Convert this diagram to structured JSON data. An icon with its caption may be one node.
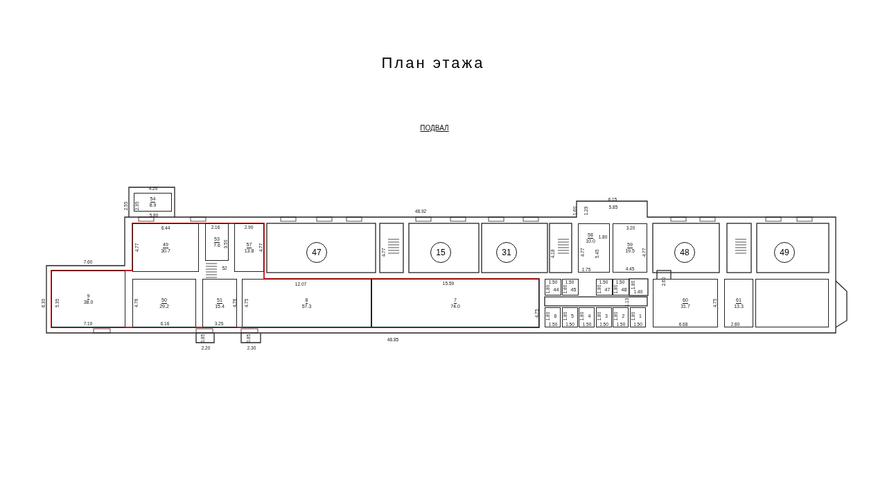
{
  "diagram": {
    "title": "План этажа",
    "nodes": [
      {
        "text": [
          "54",
          "8.9"
        ]
      },
      {
        "text": [
          "49",
          "30.7"
        ]
      },
      {
        "text": [
          "53",
          "7.6"
        ]
      },
      {
        "text": [
          "57",
          "13.8"
        ]
      },
      {
        "text": [
          "47"
        ]
      },
      {
        "text": [
          "15"
        ]
      },
      {
        "text": [
          "31"
        ]
      },
      {
        "text": [
          "58",
          "10.0"
        ]
      },
      {
        "text": [
          "59",
          "19.5"
        ]
      },
      {
        "text": [
          "48"
        ]
      },
      {
        "text": [
          "49"
        ]
      },
      {
        "text": [
          "9",
          "38.0"
        ]
      },
      {
        "text": [
          "50",
          "29.2"
        ]
      },
      {
        "text": [
          "51",
          "15.4"
        ]
      },
      {
        "text": [
          "8",
          "57.3"
        ]
      },
      {
        "text": [
          "7",
          "74.0"
        ]
      },
      {
        "text": [
          "44"
        ]
      },
      {
        "text": [
          "45"
        ]
      },
      {
        "text": [
          "47"
        ]
      },
      {
        "text": [
          "48"
        ]
      },
      {
        "text": [
          "60",
          "31.7"
        ]
      },
      {
        "text": [
          "61",
          "13.3"
        ]
      },
      {
        "text": [],
        "shape": "box"
      },
      {
        "text": [
          "6"
        ]
      },
      {
        "text": [
          "5"
        ]
      },
      {
        "text": [
          "4"
        ]
      },
      {
        "text": [
          "3"
        ]
      },
      {
        "text": [
          "2"
        ]
      },
      {
        "text": [
          "1"
        ]
      }
    ],
    "edges": [],
    "labels": [
      "ПОДВАЛ",
      "4.20",
      "6.15",
      "2.55",
      "2.35",
      "5.85",
      "5.80",
      "48.92",
      "1.60",
      "1.29",
      "6.44",
      "2.16",
      "2.90",
      "3.20",
      "1.80",
      "4.77",
      "3.50",
      "4.77",
      "4.77",
      "4.18",
      "4.77",
      "5.45",
      "4.77",
      "7.60",
      "52",
      "1.75",
      "4.45",
      "12.07",
      "15.59",
      "1.50",
      "1.50",
      "1.50",
      "1.50",
      "1.80",
      "1.80",
      "1.80",
      "1.80",
      "1.80",
      "1.40",
      "2.60",
      "6.30",
      "5.35",
      "4.76",
      "4.76",
      "4.75",
      "4.75",
      "1.13",
      "4.75",
      "1.80",
      "1.80",
      "1.80",
      "1.80",
      "1.80",
      "1.80",
      "7.10",
      "6.16",
      "3.25",
      "1.50",
      "1.50",
      "1.50",
      "1.50",
      "1.50",
      "1.50",
      "6.68",
      "2.80",
      "0.85",
      "0.85",
      "48.85",
      "2.20",
      "2.30"
    ]
  }
}
